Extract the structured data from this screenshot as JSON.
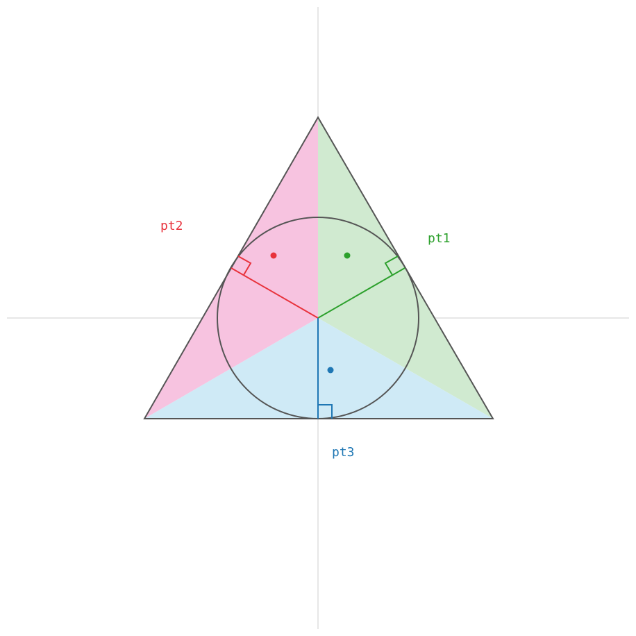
{
  "labels": {
    "pt1": "pt1",
    "pt2": "pt2",
    "pt3": "pt3"
  },
  "colors": {
    "background": "#ffffff",
    "axis": "#dddddd",
    "outline": "#555555",
    "pt1": "#2ca02c",
    "pt2": "#e8323c",
    "pt3": "#1f77b4",
    "pt1_fill": "#d0ead0",
    "pt2_fill": "#f7c3e0",
    "pt3_fill": "#cfeaf6"
  }
}
